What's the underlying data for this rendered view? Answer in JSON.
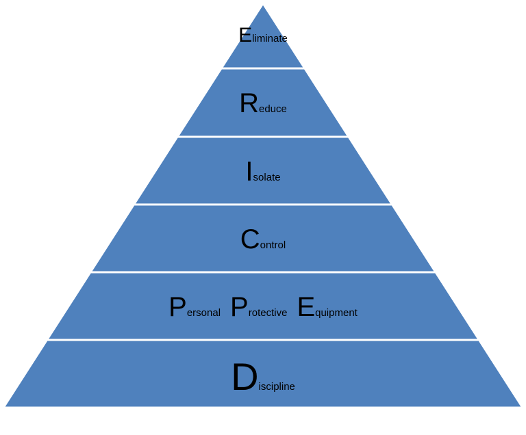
{
  "diagram": {
    "fill_color": "#4f81bd",
    "separator_color": "#ffffff",
    "tiers": [
      {
        "id": "eliminate",
        "parts": [
          {
            "initial": "E",
            "rest": "liminate"
          }
        ]
      },
      {
        "id": "reduce",
        "parts": [
          {
            "initial": "R",
            "rest": "educe"
          }
        ]
      },
      {
        "id": "isolate",
        "parts": [
          {
            "initial": "I",
            "rest": "solate"
          }
        ]
      },
      {
        "id": "control",
        "parts": [
          {
            "initial": "C",
            "rest": "ontrol"
          }
        ]
      },
      {
        "id": "ppe",
        "parts": [
          {
            "initial": "P",
            "rest": "ersonal"
          },
          {
            "initial": "P",
            "rest": "rotective"
          },
          {
            "initial": "E",
            "rest": "quipment"
          }
        ]
      },
      {
        "id": "discipline",
        "parts": [
          {
            "initial": "D",
            "rest": "iscipline"
          }
        ]
      }
    ]
  }
}
